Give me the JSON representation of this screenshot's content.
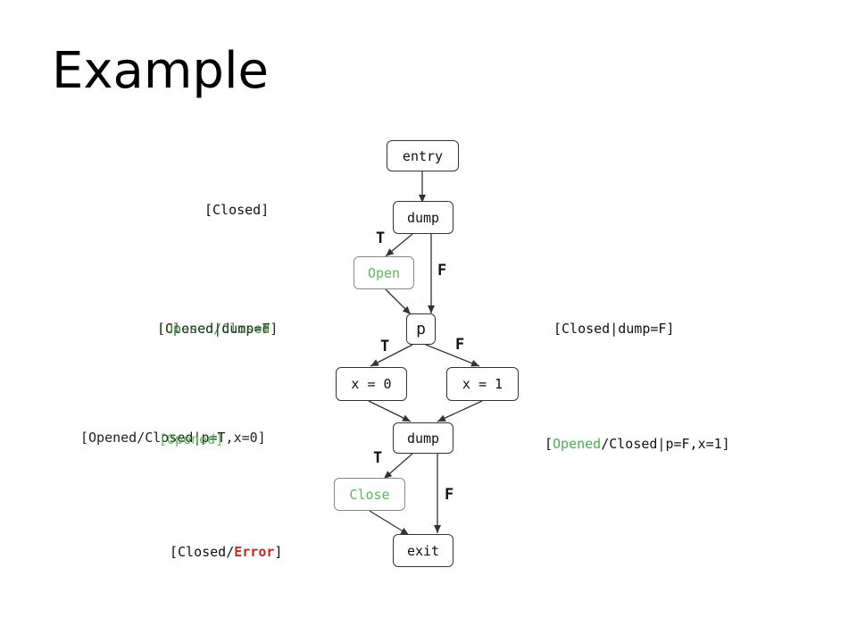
{
  "title": "Example",
  "nodes": {
    "entry": "entry",
    "dump1": "dump",
    "open": "Open",
    "p": "p",
    "x0": "x = 0",
    "x1": "x = 1",
    "dump2": "dump",
    "close": "Close",
    "exit": "exit"
  },
  "edge_labels": {
    "dump1_t": "T",
    "dump1_f": "F",
    "p_t": "T",
    "p_f": "F",
    "dump2_t": "T",
    "dump2_f": "F"
  },
  "annotations": {
    "closed": "[Closed]",
    "p_left": [
      "[Opened|dump=T]",
      "[Opened/Closed]",
      "[Closed|dump=F]"
    ],
    "p_right": {
      "open": "[",
      "state": "Closed",
      "rest": "|dump=F]"
    },
    "x0_left": [
      "[Opened/Closed|p=T,x=0]",
      "[Opened]"
    ],
    "x1_right": {
      "open": "[",
      "opened": "Opened",
      "rest": "/Closed|p=F,x=1]"
    },
    "exit_left": {
      "open": "[Closed/",
      "error": "Error",
      "close": "]"
    }
  },
  "colors": {
    "green": "#4caf50",
    "red": "#c62828"
  }
}
